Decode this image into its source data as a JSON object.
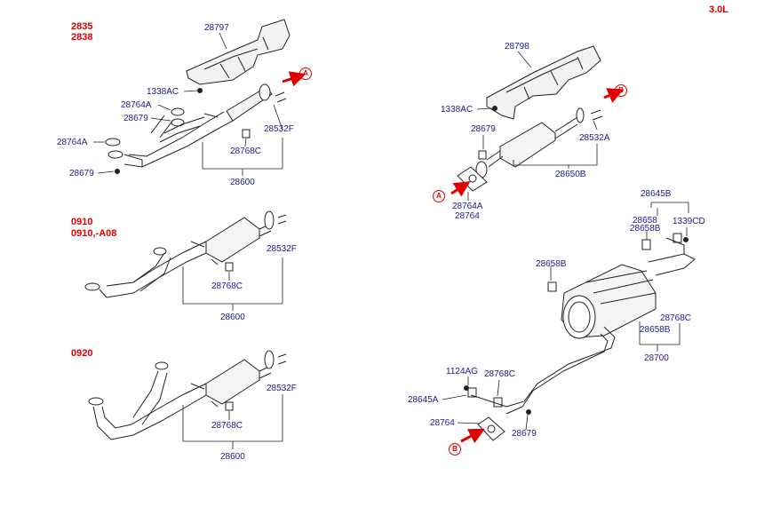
{
  "engine": "3.0L",
  "group1": {
    "codes": [
      "2835",
      "2838"
    ]
  },
  "group2": {
    "codes": [
      "0910",
      "0910,-A08"
    ]
  },
  "group3": {
    "codes": [
      "0920"
    ]
  },
  "markers": {
    "a": "A",
    "b": "B"
  },
  "labels": {
    "p28797": "28797",
    "p1338ac_1": "1338AC",
    "p28764a_1": "28764A",
    "p28679_1": "28679",
    "p28764a_2": "28764A",
    "p28679_2": "28679",
    "p28532f_1": "28532F",
    "p28768c_1": "28768C",
    "p28600_1": "28600",
    "p28532f_2": "28532F",
    "p28768c_2": "28768C",
    "p28600_2": "28600",
    "p28532f_3": "28532F",
    "p28768c_3": "28768C",
    "p28600_3": "28600",
    "p28798": "28798",
    "p1338ac_2": "1338AC",
    "p28679_3": "28679",
    "p28532a": "28532A",
    "p28650b": "28650B",
    "p28764a_3": "28764A",
    "p28764_1": "28764",
    "p28645b": "28645B",
    "p28658": "28658",
    "p28658b_1": "28658B",
    "p1339cd": "1339CD",
    "p28658b_2": "28658B",
    "p28768c_4": "28768C",
    "p28658b_3": "28658B",
    "p28700": "28700",
    "p1124ag": "1124AG",
    "p28768c_5": "28768C",
    "p28645a": "28645A",
    "p28764_2": "28764",
    "p28679_4": "28679"
  }
}
